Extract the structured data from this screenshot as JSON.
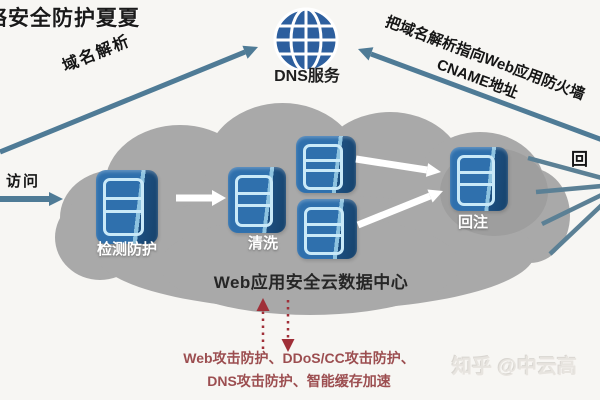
{
  "title": "络安全防护夏夏",
  "watermark": "知乎 @中云高",
  "dns": {
    "label": "DNS服务",
    "icon": "globe-icon"
  },
  "arrows": {
    "domain_resolution_label": "域名解析",
    "cname_line1": "把域名解析指向Web应用防火墙",
    "cname_line2": "CNAME地址",
    "access_label": "访问",
    "back_to_origin_label": "回"
  },
  "cloud": {
    "title": "Web应用安全云数据中心",
    "nodes": [
      {
        "id": "detect",
        "label": "检测防护",
        "icon": "server-icon"
      },
      {
        "id": "clean",
        "label": "清洗",
        "icon": "server-icon"
      },
      {
        "id": "reinject",
        "label": "回注",
        "icon": "server-icon"
      }
    ]
  },
  "features": {
    "line1": "Web攻击防护、DDoS/CC攻击防护、",
    "line2": "DNS攻击防护、智能缓存加速"
  },
  "colors": {
    "background": "#f7f6f3",
    "cloud_gray": "#a9a9a9",
    "server_front_blue": "#2f70ad",
    "server_side_blue": "#1d4f80",
    "server_glyph_blue": "#c9e9f8",
    "globe_blue": "#2d5f9e",
    "arrow_slate": "#4f7b96",
    "arrow_white": "#ffffff",
    "dashed_red": "#a02f38",
    "feature_text_red": "#9c4e50"
  }
}
